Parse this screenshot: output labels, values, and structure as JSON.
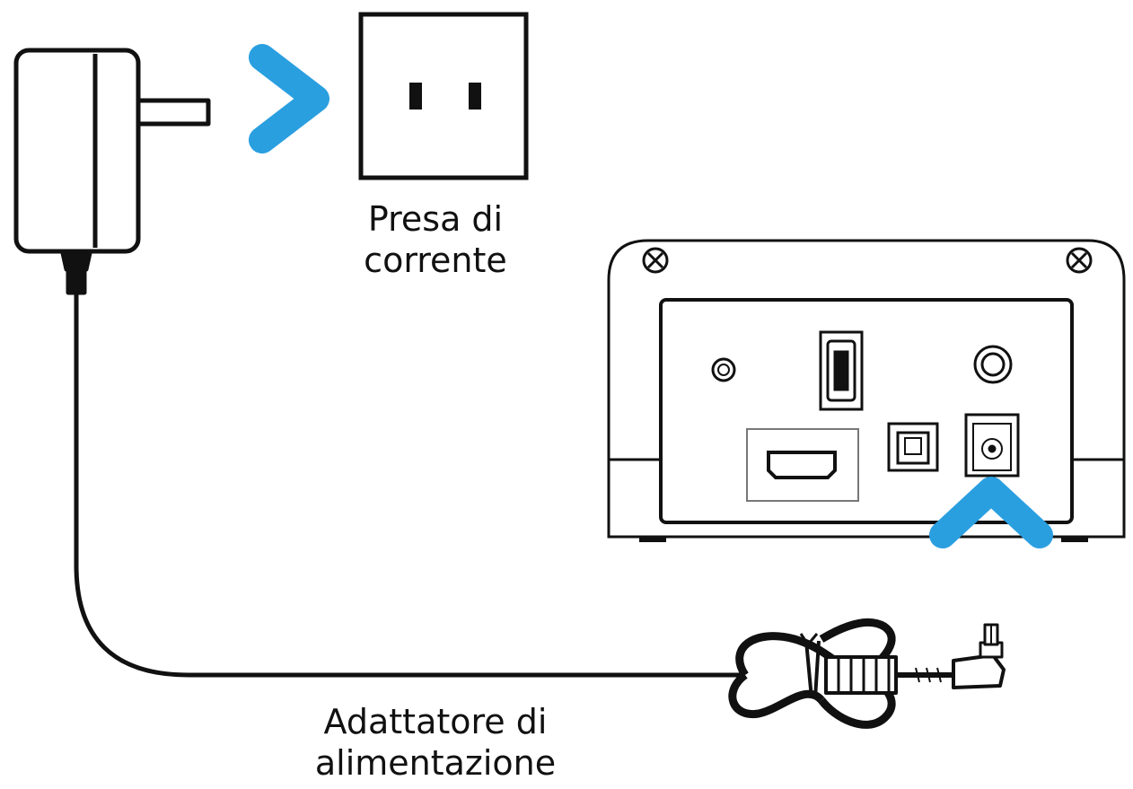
{
  "labels": {
    "outlet_line1": "Presa di",
    "outlet_line2": "corrente",
    "adapter_line1": "Adattatore di",
    "adapter_line2": "alimentazione"
  },
  "colors": {
    "accent": "#2a9fe0",
    "stroke": "#111111",
    "background": "#ffffff"
  },
  "icons": {
    "arrow_to_outlet": "chevron-right-icon",
    "arrow_to_dc_port": "chevron-up-icon"
  }
}
